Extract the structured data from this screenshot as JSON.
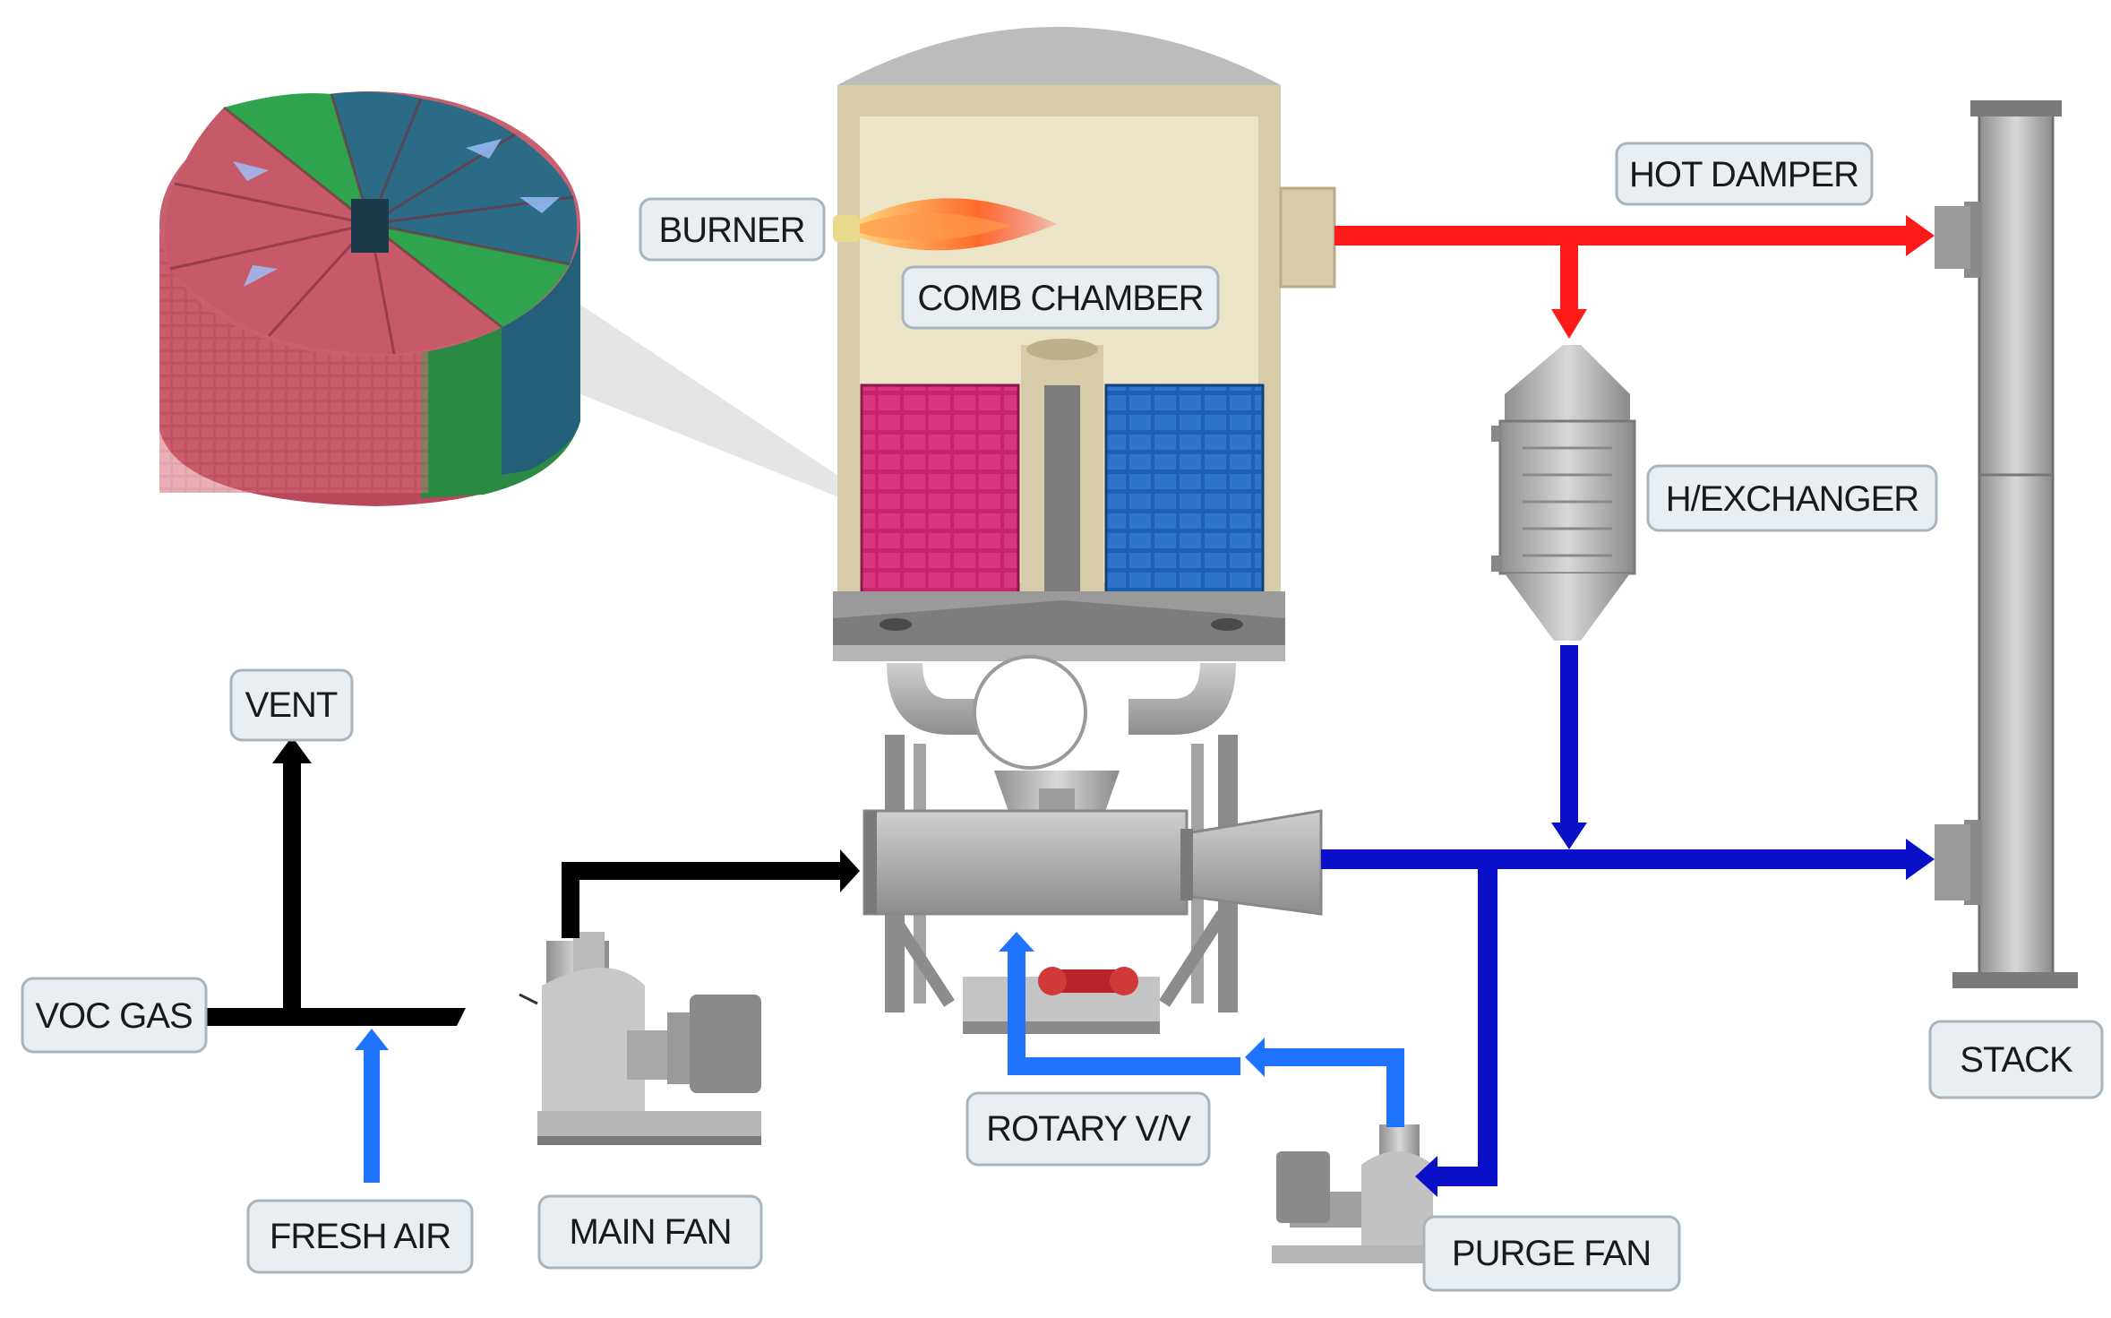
{
  "labels": {
    "burner": "BURNER",
    "comb_chamber": "COMB CHAMBER",
    "hot_damper": "HOT DAMPER",
    "h_exchanger": "H/EXCHANGER",
    "vent": "VENT",
    "voc_gas": "VOC GAS",
    "fresh_air": "FRESH AIR",
    "main_fan": "MAIN FAN",
    "rotary_valve": "ROTARY V/V",
    "purge_fan": "PURGE FAN",
    "stack": "STACK"
  },
  "colors": {
    "hot_line": "#ff1a1a",
    "cooled_line": "#0a10c8",
    "fresh_air_line": "#1e73ff",
    "process_line": "#000000",
    "media_red": "#c8246a",
    "media_blue": "#1f5fb5",
    "label_box": "#e9eef3"
  },
  "icons": {
    "rotor": "rotary-media-rotor-icon",
    "chamber": "combustion-chamber-icon",
    "heat_exchanger": "heat-exchanger-icon",
    "stack": "stack-icon",
    "main_fan": "main-fan-icon",
    "purge_fan": "purge-fan-icon"
  }
}
